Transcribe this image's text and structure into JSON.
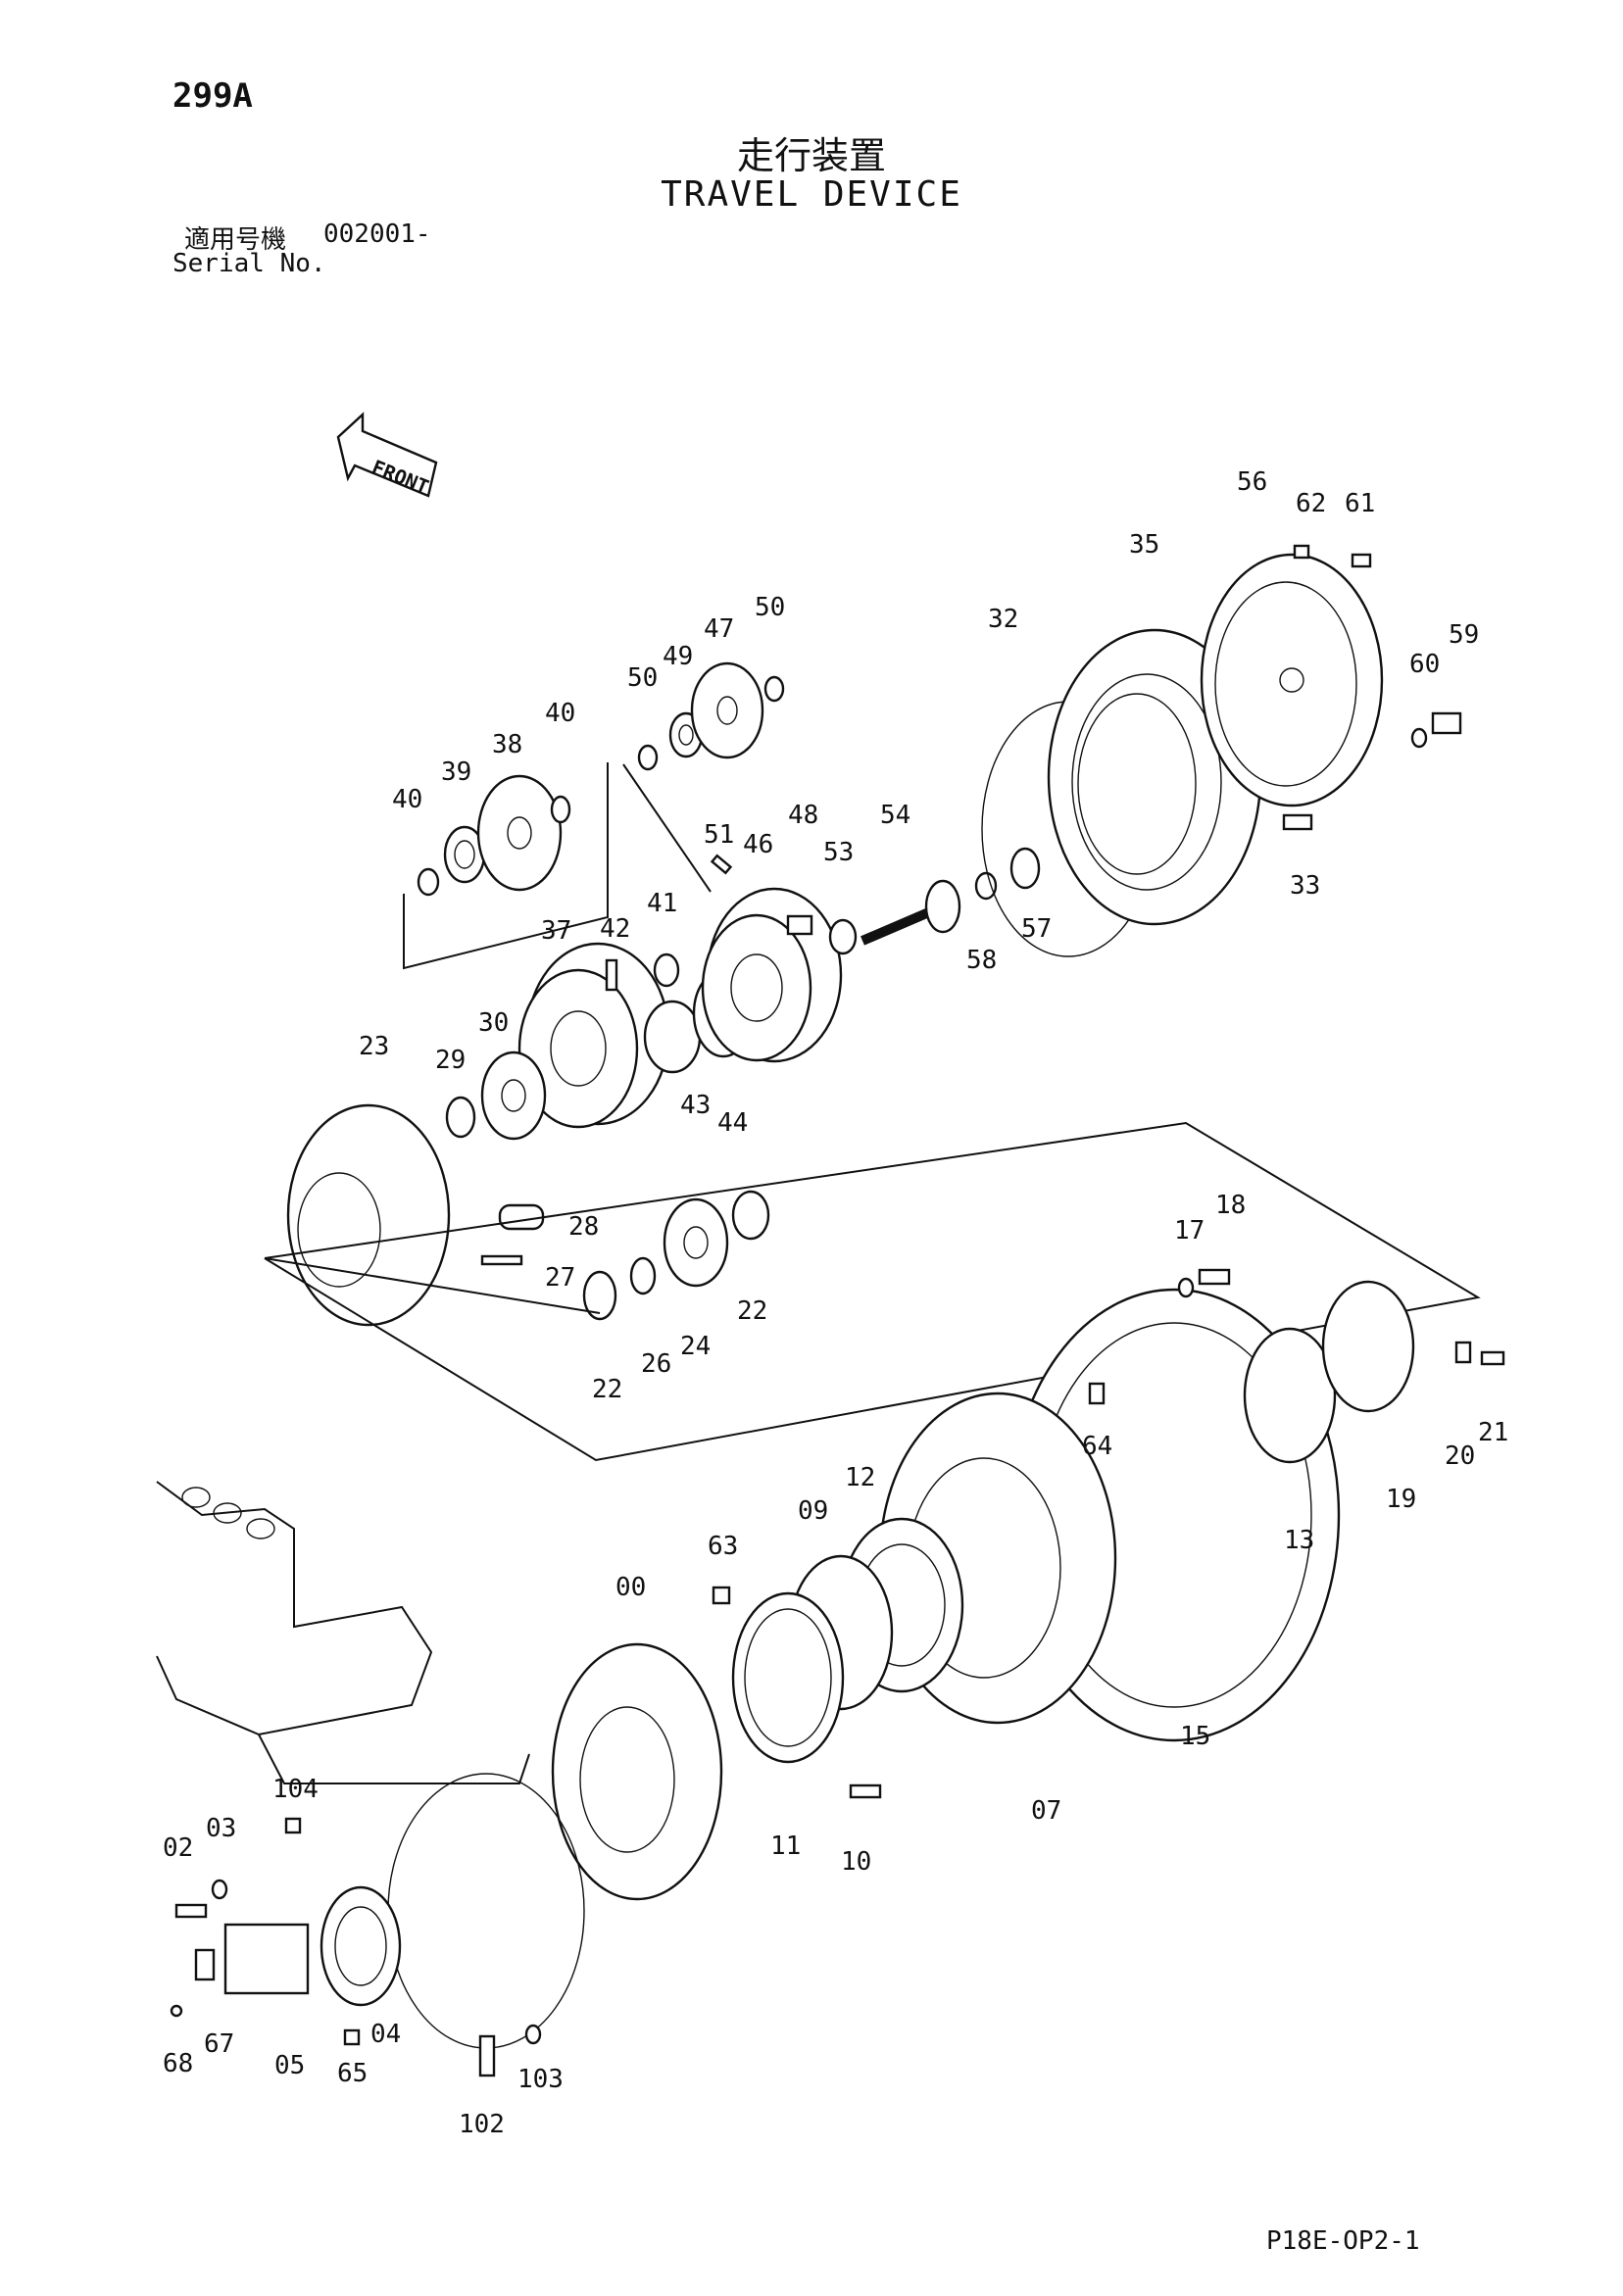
{
  "header": {
    "page_number": "299A",
    "title_jp": "走行装置",
    "title_en": "TRAVEL DEVICE",
    "serial_label_jp": "適用号機",
    "serial_value": "002001-",
    "serial_label_en": "Serial No."
  },
  "front_arrow_label": "FRONT",
  "drawing_code": "P18E-OP2-1",
  "part_labels": [
    "299A"
  ],
  "parts": {
    "p00": "00",
    "p02": "02",
    "p03": "03",
    "p04": "04",
    "p05": "05",
    "p07": "07",
    "p09": "09",
    "p10": "10",
    "p11": "11",
    "p12": "12",
    "p13": "13",
    "p15": "15",
    "p17": "17",
    "p18": "18",
    "p19": "19",
    "p20": "20",
    "p21": "21",
    "p22a": "22",
    "p22b": "22",
    "p23": "23",
    "p24": "24",
    "p26": "26",
    "p27": "27",
    "p28": "28",
    "p29": "29",
    "p30": "30",
    "p32": "32",
    "p33": "33",
    "p35": "35",
    "p37": "37",
    "p38": "38",
    "p39": "39",
    "p40a": "40",
    "p40b": "40",
    "p41": "41",
    "p42": "42",
    "p43": "43",
    "p44": "44",
    "p46": "46",
    "p47": "47",
    "p48": "48",
    "p49": "49",
    "p50a": "50",
    "p50b": "50",
    "p51": "51",
    "p53": "53",
    "p54": "54",
    "p56": "56",
    "p57": "57",
    "p58": "58",
    "p59": "59",
    "p60": "60",
    "p61": "61",
    "p62": "62",
    "p63": "63",
    "p64": "64",
    "p65": "65",
    "p67": "67",
    "p68": "68",
    "p102": "102",
    "p103": "103",
    "p104": "104"
  }
}
